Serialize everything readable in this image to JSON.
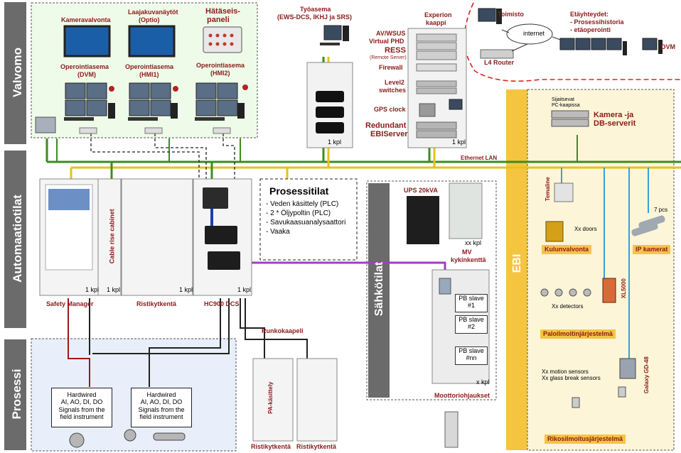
{
  "zones": {
    "valvomo": "Valvomo",
    "automaatiotilat": "Automaatiotilat",
    "prosessi": "Prosessi",
    "sahkotilat": "Sähkötilat",
    "ebi": "EBI"
  },
  "valvomo": {
    "kameravalvonta": "Kameravalvonta",
    "laajakuva_1": "Laajakuvanäytöt",
    "laajakuva_2": "(Optio)",
    "hataseis_1": "Hätäseis-",
    "hataseis_2": "paneli",
    "op_dvm_1": "Operointiasema",
    "op_dvm_2": "(DVM)",
    "op_hmi1_1": "Operointiasema",
    "op_hmi1_2": "(HMI1)",
    "op_hmi2_1": "Operointiasema",
    "op_hmi2_2": "(HMI2)"
  },
  "tyoasema": {
    "title": "Työasema",
    "subtitle": "(EWS-DCS, IKHJ ja SRS)",
    "count": "1 kpl"
  },
  "experion": {
    "title_1": "Experion",
    "title_2": "kaappi",
    "av_1": "AV/WSUS",
    "av_2": "Virtual PHD",
    "ress": "RESS",
    "ress_sub": "(Remote Server)",
    "firewall": "Firewall",
    "level2_1": "Level2",
    "level2_2": "switches",
    "gps": "GPS clock",
    "redundant_1": "Redundant",
    "redundant_2": "EBIServer",
    "count": "1 kpl"
  },
  "remote": {
    "toimisto": "Toimisto",
    "internet": "internet",
    "l4router": "L4 Router",
    "etayhteydet": "Etäyhteydet:",
    "item1": "- Prosessihistoria",
    "item2": "- etäoperointi",
    "dvm": "DVM"
  },
  "network": {
    "ethernet_lan": "Ethernet LAN"
  },
  "automaatio": {
    "safety_manager": "Safety Manager",
    "cable_rise": "Cable rise cabinet",
    "ristikytkenta": "Ristikytkentä",
    "hc900": "HC900 DCS",
    "kpl": "1 kpl",
    "runkokaapeli": "Runkokaapeli"
  },
  "prosessitilat": {
    "title": "Prosessitilat",
    "items": [
      "- Veden käsittely (PLC)",
      "- 2 * Öljypoltin (PLC)",
      "- Savukaasuanalysaattori",
      "- Vaaka"
    ]
  },
  "prosessi": {
    "hw_line1": "Hardwired",
    "hw_line2": "AI, AO, DI, DO",
    "hw_line3": "Signals from the",
    "hw_line4": "field instrument",
    "pa_kasittely": "PA-käsittely",
    "ristikytkenta": "Ristikytkentä"
  },
  "sahko": {
    "ups": "UPS 20kVA",
    "xx_kpl": "xx kpl",
    "mv_1": "MV",
    "mv_2": "kykinkenttä",
    "pb1_1": "PB slave",
    "pb1_2": "#1",
    "pb2_1": "PB slave",
    "pb2_2": "#2",
    "pbn_1": "PB slave",
    "pbn_2": "#nn",
    "x_kpl": "x kpl",
    "moottori": "Moottoriohjaukset"
  },
  "ebi": {
    "sijaitsevat_1": "Sijaitsevat",
    "sijaitsevat_2": "PC-kaapissa",
    "kamera_1": "Kamera -ja",
    "kamera_2": "DB-serverit",
    "temaline": "Temaline",
    "xx_doors": "Xx doors",
    "kulunvalvonta": "Kulunvalvonta",
    "pcs7": "7 pcs",
    "ip_kamerat": "IP kamerat",
    "xl5000": "XL5000",
    "xx_detectors": "Xx detectors",
    "paloilmoitin": "Paloilmoitinjärjestelmä",
    "motion": "Xx motion sensors",
    "glass": "Xx glass break sensors",
    "galaxy": "Galaxy GD-48",
    "rikos": "Rikosilmoitusjärjestelmä"
  },
  "colors": {
    "zone_bar": "#6b6b6b",
    "green_bg": "#effbe9",
    "blue_bg": "#e8effa",
    "yellow_bg": "#fdf5d8",
    "label_yellow": "#f5c541",
    "lan_green": "#3c8c1e",
    "lan_yellow": "#e6c21d",
    "purple": "#a03fc0",
    "dark_red": "#8b1a1a"
  }
}
